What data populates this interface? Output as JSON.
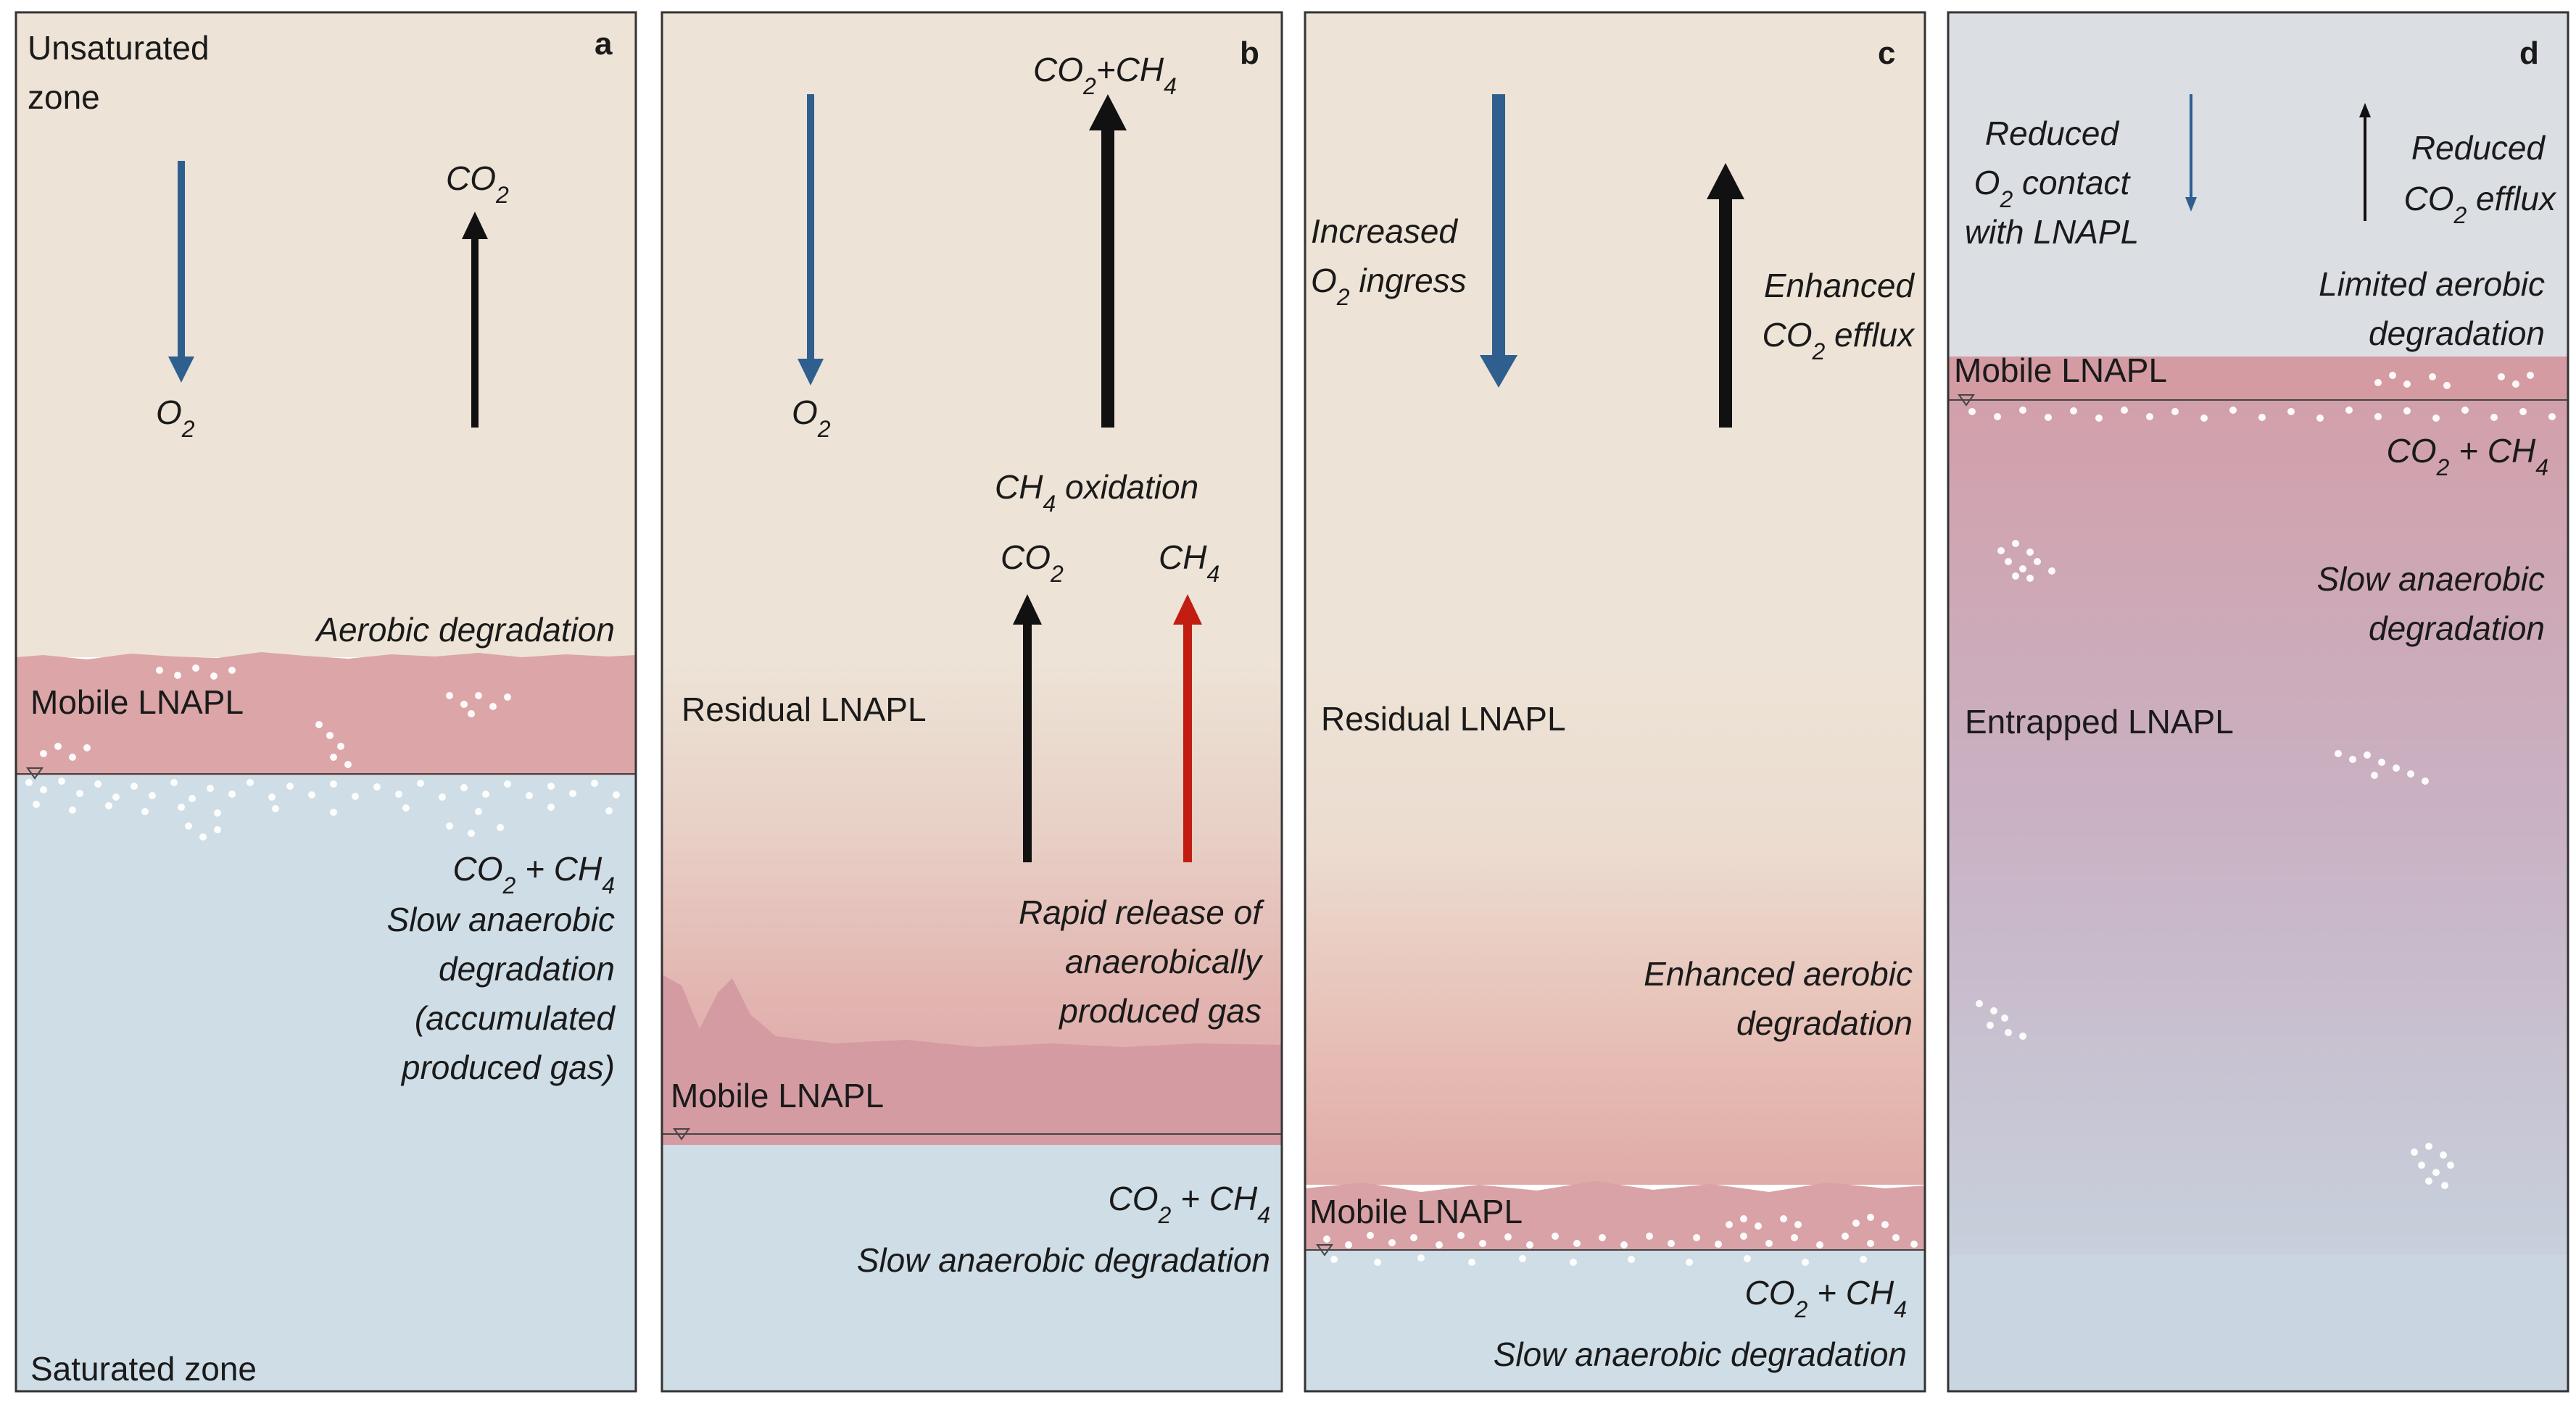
{
  "panels": [
    {
      "letter": "a",
      "labels": {
        "top_zone_1": "Unsaturated",
        "top_zone_2": "zone",
        "o2": "O",
        "o2_sub": "2",
        "co2": "CO",
        "co2_sub": "2",
        "aerobic": "Aerobic degradation",
        "mobile": "Mobile LNAPL",
        "gas_co2": "CO",
        "gas_co2_sub": "2",
        "gas_plus": " + CH",
        "gas_ch4_sub": "4",
        "slow_1": "Slow anaerobic",
        "slow_2": "degradation",
        "slow_3": "(accumulated",
        "slow_4": "produced gas)",
        "bottom_zone": "Saturated zone"
      }
    },
    {
      "letter": "b",
      "labels": {
        "top_co2": "CO",
        "top_co2_sub": "2",
        "top_plus": "+CH",
        "top_ch4_sub": "4",
        "o2": "O",
        "o2_sub": "2",
        "ch4ox_a": "CH",
        "ch4ox_sub": "4",
        "ch4ox_b": " oxidation",
        "co2": "CO",
        "co2_sub": "2",
        "ch4": "CH",
        "ch4_sub": "4",
        "residual": "Residual LNAPL",
        "rapid_1": "Rapid release of",
        "rapid_2": "anaerobically",
        "rapid_3": "produced gas",
        "mobile": "Mobile LNAPL",
        "gas_co2": "CO",
        "gas_co2_sub": "2",
        "gas_plus": " + CH",
        "gas_ch4_sub": "4",
        "slow": "Slow anaerobic degradation"
      }
    },
    {
      "letter": "c",
      "labels": {
        "inc_1": "Increased",
        "inc_2a": "O",
        "inc_2sub": "2",
        "inc_2b": " ingress",
        "enh_1": "Enhanced",
        "enh_2a": "CO",
        "enh_2sub": "2",
        "enh_2b": " efflux",
        "residual": "Residual LNAPL",
        "enh_aer_1": "Enhanced aerobic",
        "enh_aer_2": "degradation",
        "mobile": "Mobile LNAPL",
        "gas_co2": "CO",
        "gas_co2_sub": "2",
        "gas_plus": " + CH",
        "gas_ch4_sub": "4",
        "slow": "Slow anaerobic degradation"
      }
    },
    {
      "letter": "d",
      "labels": {
        "red_o2_1": "Reduced",
        "red_o2_2a": "O",
        "red_o2_2sub": "2",
        "red_o2_2b": " contact",
        "red_o2_3": "with LNAPL",
        "red_co2_1": "Reduced",
        "red_co2_2a": "CO",
        "red_co2_2sub": "2",
        "red_co2_2b": " efflux",
        "lim_1": "Limited aerobic",
        "lim_2": "degradation",
        "mobile": "Mobile LNAPL",
        "gas_co2": "CO",
        "gas_co2_sub": "2",
        "gas_plus": " + CH",
        "gas_ch4_sub": "4",
        "slow_1": "Slow anaerobic",
        "slow_2": "degradation",
        "entrapped": "Entrapped LNAPL"
      }
    }
  ],
  "colors": {
    "unsaturated": "#ede3d6",
    "saturated": "#cfdde6",
    "lnapl": "#dca5a8",
    "o2_arrow": "#2f5f8f",
    "co2_arrow": "#111111",
    "ch4_arrow": "#c21d10",
    "border": "#333333"
  }
}
